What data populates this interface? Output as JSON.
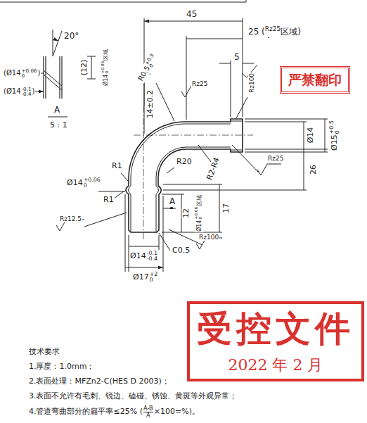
{
  "diagram": {
    "nodes": [
      {
        "text": [
          "严禁翻印"
        ]
      },
      {
        "text": [
          "受控文件",
          "2022 年 2 月"
        ]
      }
    ],
    "labels": [
      "20°",
      "(12)",
      "Ø14",
      "+0.06",
      "0",
      "区域",
      "(Ø14",
      "+0.06",
      "0",
      ")",
      "(Ø14",
      "-0.1",
      "-0.4",
      ")",
      "A",
      "5 : 1",
      "45",
      "25 (",
      "Rz25",
      "区域)",
      "5",
      "R0.5",
      "+0.3",
      "0",
      "Rz100",
      "Rz25",
      "14±0.2",
      "Ø14",
      "Ø15",
      "+0.5",
      "0",
      "R20",
      "R2-R4",
      "Rz25",
      "26",
      "R1",
      "R1",
      "Ø14",
      "+0.06",
      "0",
      "A",
      "12",
      "Ø14",
      "+0.06",
      "0",
      "区域",
      "17",
      "Rz12.5",
      "Rz100",
      "Ø14",
      "-0.1",
      "-0.4",
      "C0.5",
      "Ø17",
      "+2",
      "0",
      "技术要求",
      "1.厚度：1.0mm；",
      "2.表面处理：MFZn2-C(HES D 2003)；",
      "3.表面不允许有毛刺、锐边、磕碰、锈蚀、黄斑等外观异常；",
      "4.管道弯曲部分的扁平率≤25% (",
      "A-B",
      "A",
      "×100=%)。"
    ]
  }
}
